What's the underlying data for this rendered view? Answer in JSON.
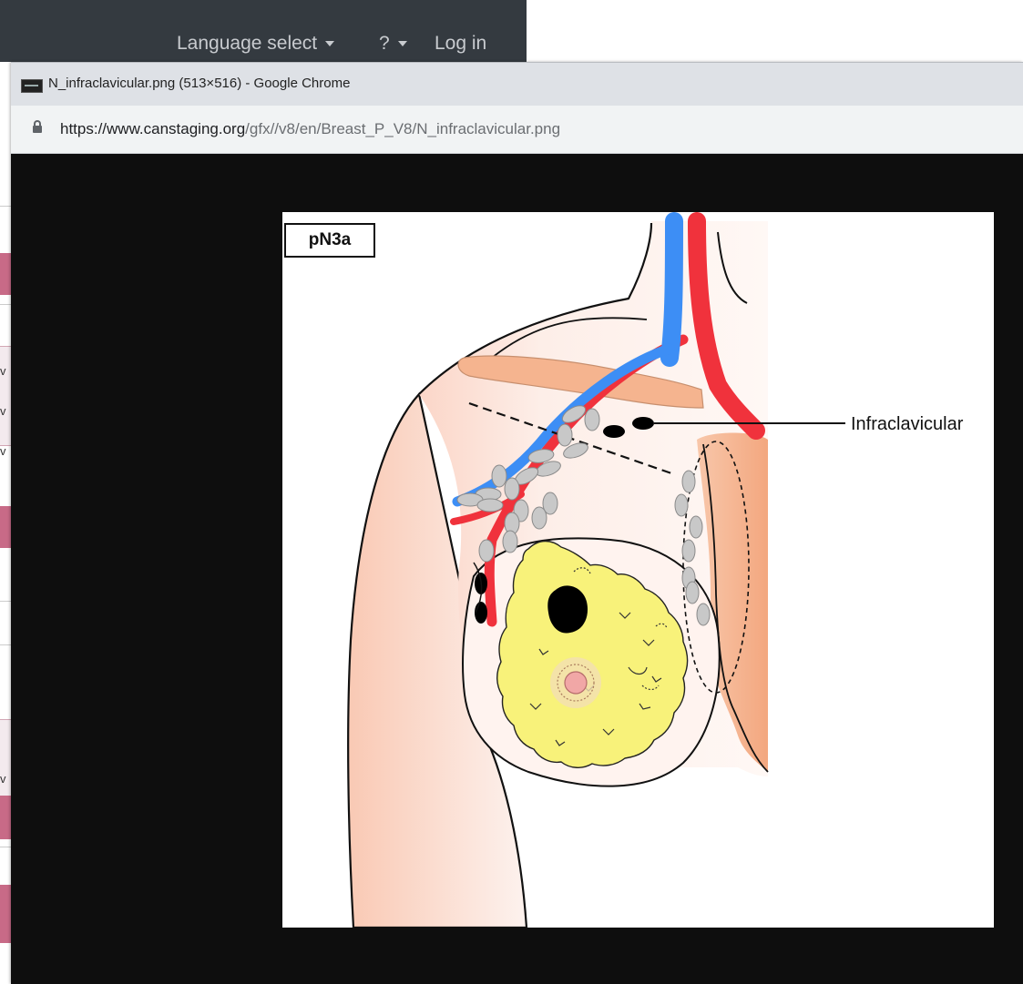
{
  "site_nav": {
    "language_select": "Language select",
    "help": "?",
    "login": "Log in"
  },
  "background_page": {
    "truncated_letters": [
      "v",
      "v",
      "v",
      "v"
    ]
  },
  "popup": {
    "window_title": "N_infraclavicular.png (513×516) - Google Chrome",
    "url_host": "https://www.canstaging.org",
    "url_path": "/gfx//v8/en/Breast_P_V8/N_infraclavicular.png",
    "favicon": "image-icon",
    "lock": "lock-icon"
  },
  "illustration": {
    "stage_label": "pN3a",
    "callout_label": "Infraclavicular",
    "colors": {
      "skin": "#fdeee8",
      "shoulder": "#f5b590",
      "vein": "#3d8ef5",
      "artery": "#f0323c",
      "tissue": "#f8f27a",
      "node_benign": "#c8c8c8",
      "node_positive": "#000000",
      "viewer_background": "#0e0e0e"
    }
  }
}
